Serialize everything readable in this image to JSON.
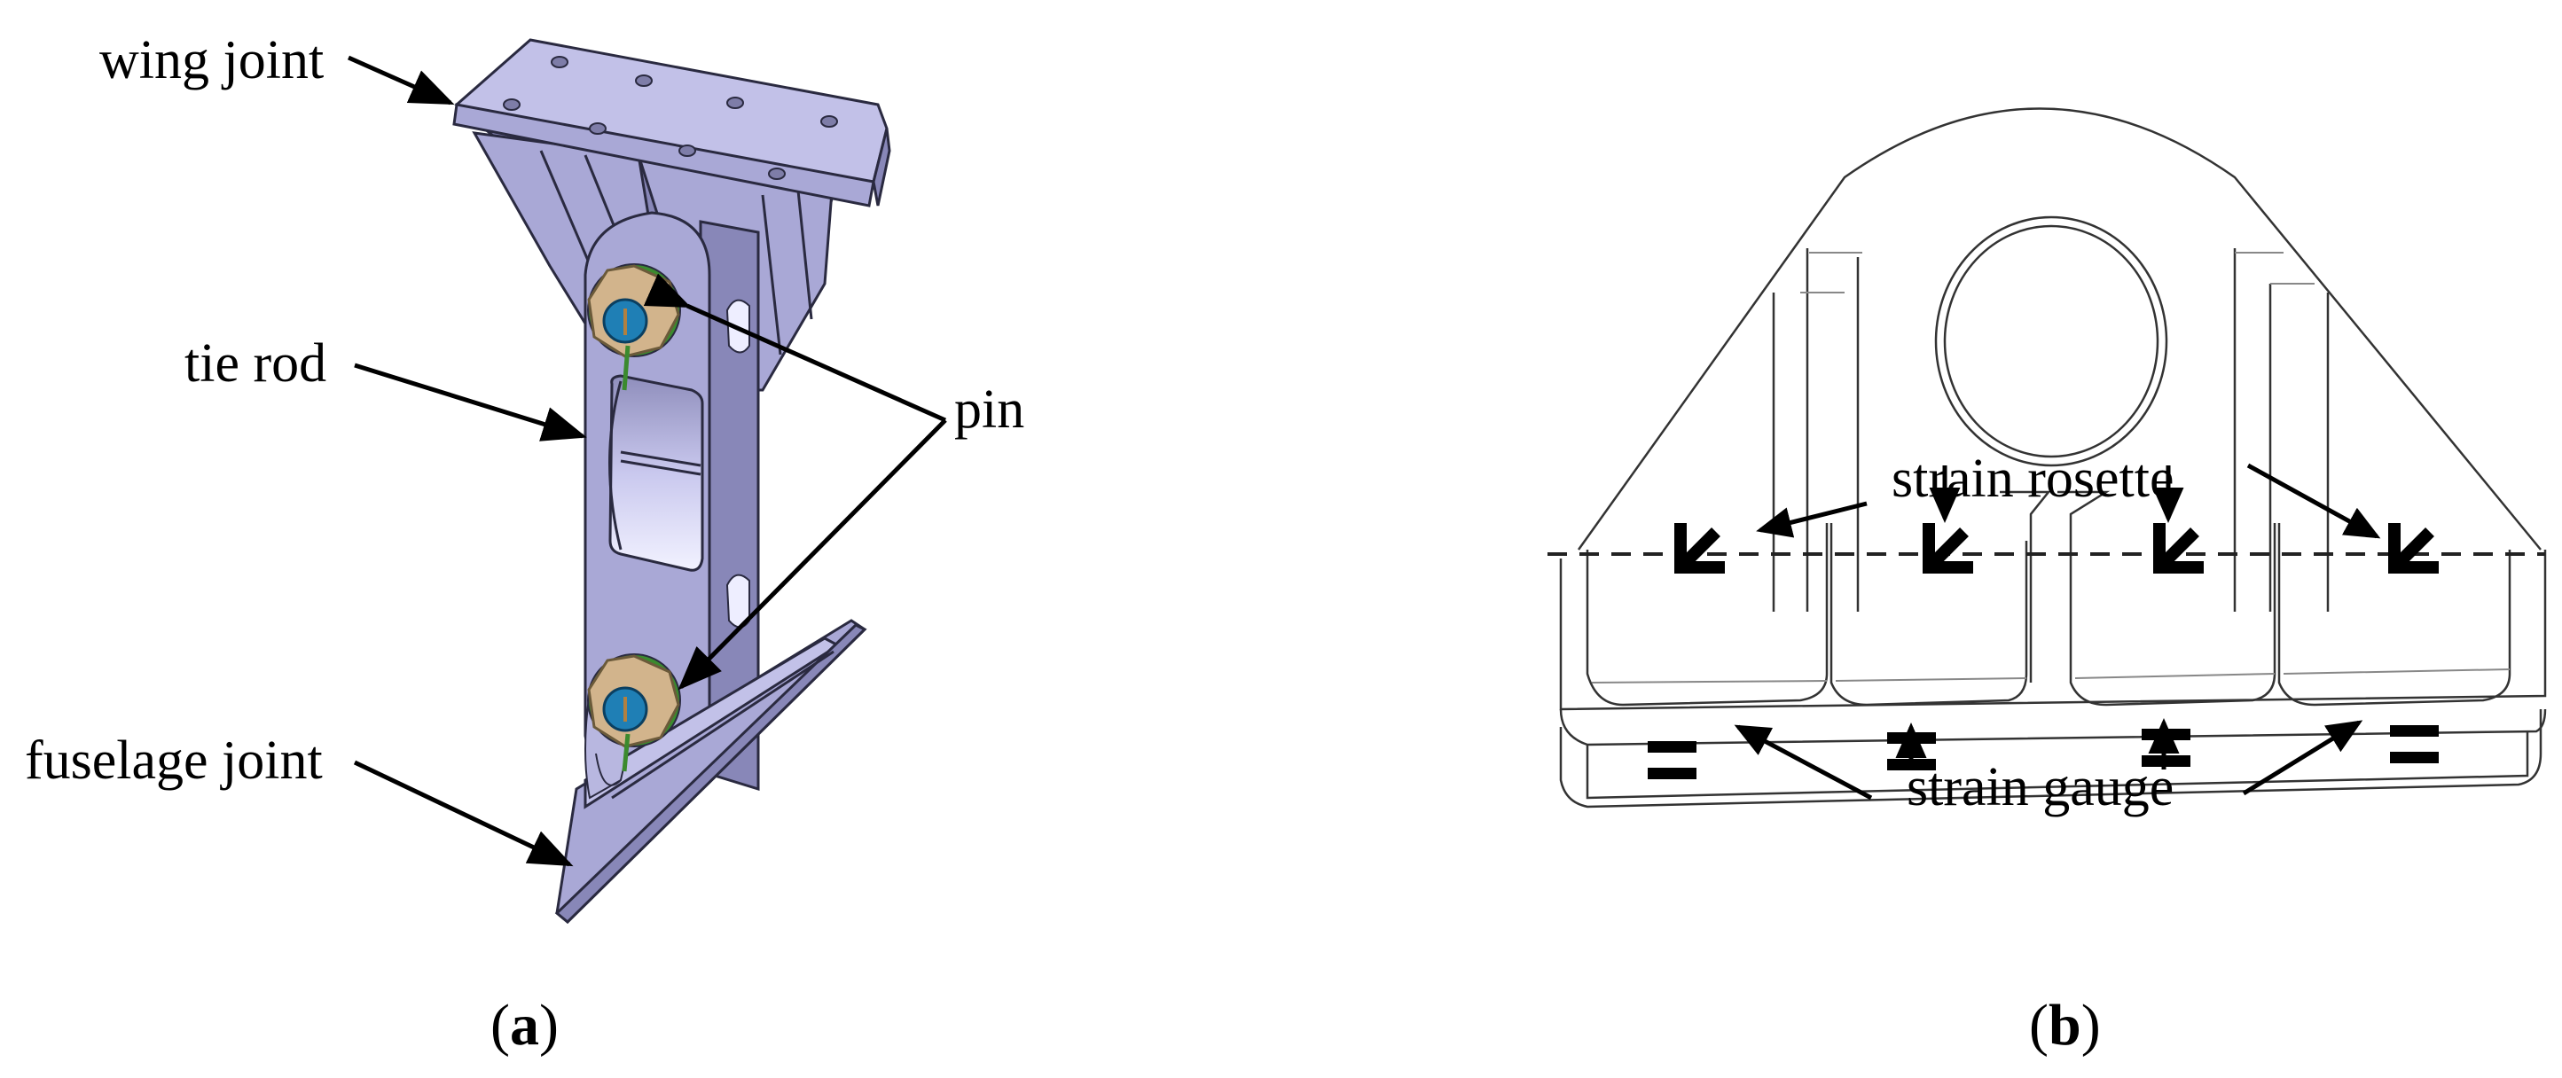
{
  "figure": {
    "panel_a": {
      "caption": {
        "open": "(",
        "letter": "a",
        "close": ")"
      },
      "labels": {
        "wing_joint": "wing joint",
        "tie_rod": "tie rod",
        "pin": "pin",
        "fuselage_joint": "fuselage joint"
      },
      "colors": {
        "metal": "#a9a8d6",
        "metal_light": "#c2c1e8",
        "metal_dark": "#8887b8",
        "nut": "#d2b48c",
        "pin_head": "#1f7fb5",
        "cotter": "#3b8a2e"
      }
    },
    "panel_b": {
      "caption": {
        "open": "(",
        "letter": "b",
        "close": ")"
      },
      "labels": {
        "strain_rosette": "strain rosette",
        "strain_gauge": "strain gauge"
      },
      "rosette_count": 4,
      "gauge_count": 4
    }
  }
}
